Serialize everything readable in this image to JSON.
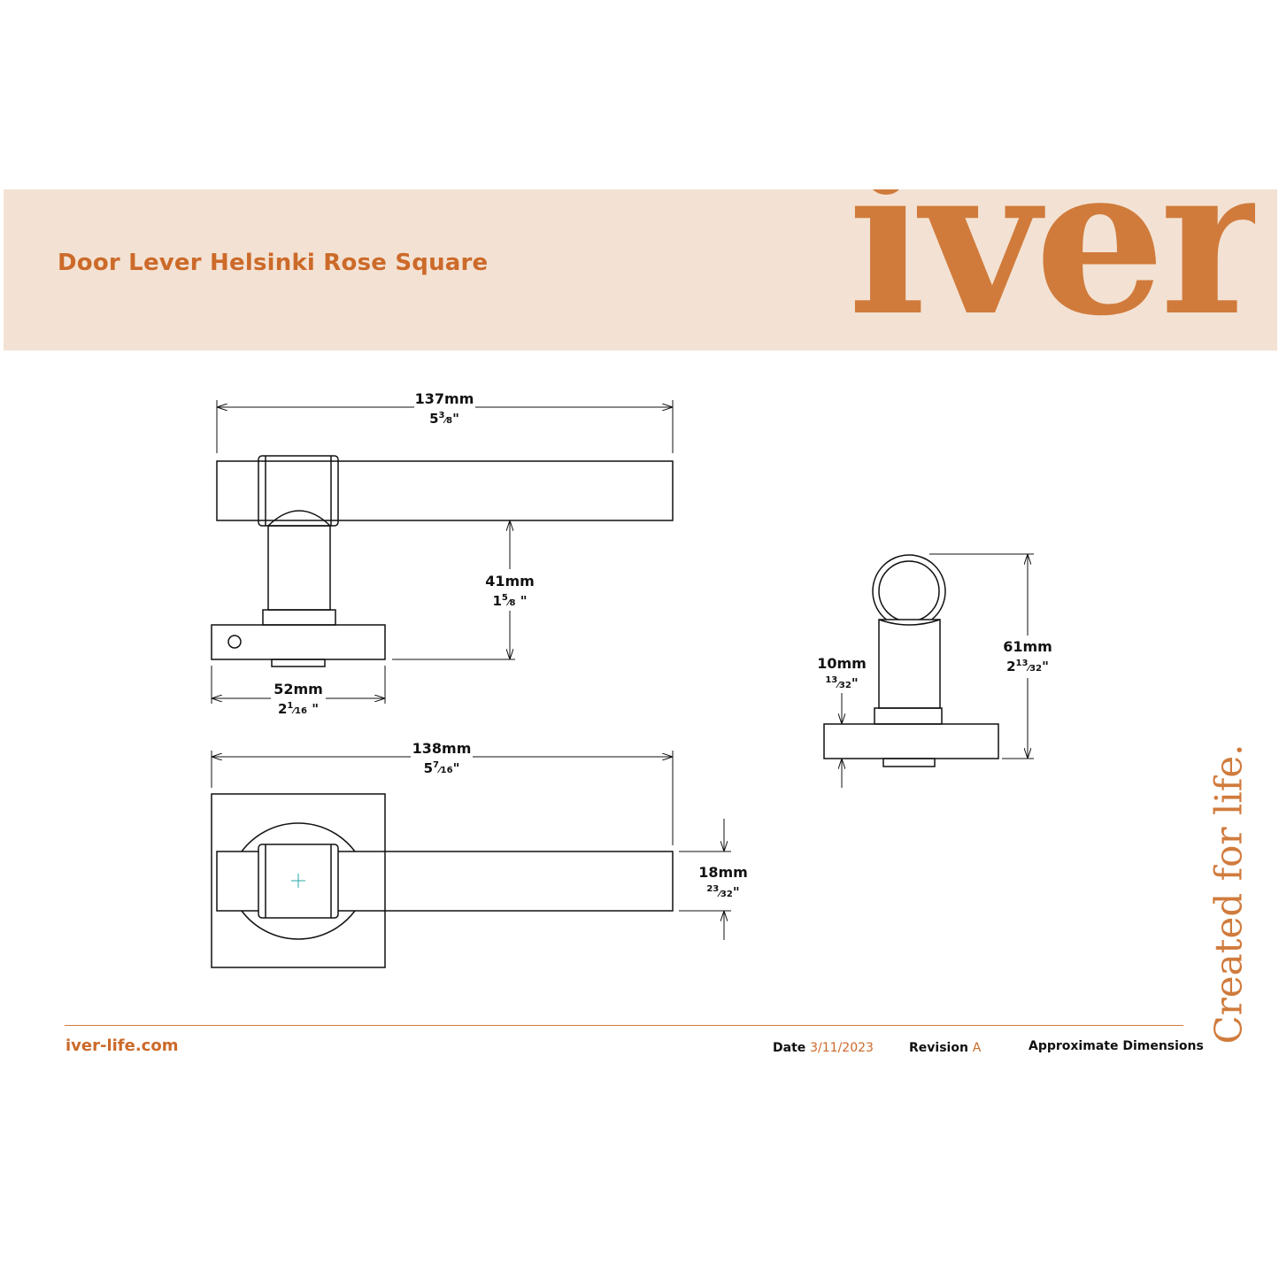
{
  "header": {
    "title": "Door Lever Helsinki Rose Square",
    "logo_text": "iver",
    "tagline": "Created for life."
  },
  "dimensions": {
    "overall_length": {
      "metric": "137mm",
      "imperial_whole": "5",
      "imperial_num": "3",
      "imperial_den": "8"
    },
    "projection": {
      "metric": "41mm",
      "imperial_whole": "1",
      "imperial_num": "5",
      "imperial_den": "8"
    },
    "rose_width": {
      "metric": "52mm",
      "imperial_whole": "2",
      "imperial_num": "1",
      "imperial_den": "16"
    },
    "top_length": {
      "metric": "138mm",
      "imperial_whole": "5",
      "imperial_num": "7",
      "imperial_den": "16"
    },
    "lever_width": {
      "metric": "18mm",
      "imperial_whole": "",
      "imperial_num": "23",
      "imperial_den": "32"
    },
    "rose_thickness": {
      "metric": "10mm",
      "imperial_whole": "",
      "imperial_num": "13",
      "imperial_den": "32"
    },
    "overall_height": {
      "metric": "61mm",
      "imperial_whole": "2",
      "imperial_num": "13",
      "imperial_den": "32"
    },
    "inch_mark": "\""
  },
  "footer": {
    "website": "iver-life.com",
    "date_label": "Date",
    "date_value": "3/11/2023",
    "revision_label": "Revision",
    "revision_value": "A",
    "note": "Approximate Dimensions"
  },
  "colors": {
    "accent": "#cc6a2a",
    "logo": "#d07b3c",
    "banner": "#f3e2d3",
    "line": "#111111"
  }
}
